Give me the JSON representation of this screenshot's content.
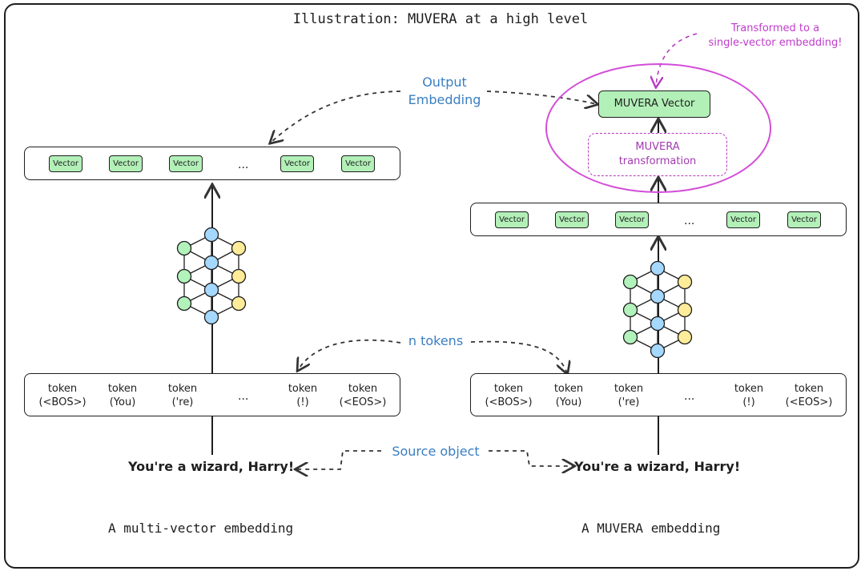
{
  "title": "Illustration: MUVERA at a high level",
  "output_embedding_label": "Output Embedding",
  "n_tokens_label": "n tokens",
  "source_object_label": "Source object",
  "transformed_note": "Transformed to a single-vector embedding!",
  "left": {
    "caption": "A multi-vector embedding",
    "vectors": [
      "Vector",
      "Vector",
      "Vector",
      "Vector",
      "Vector"
    ],
    "ellipsis": "...",
    "tokens": [
      "token (<BOS>)",
      "token (You)",
      "token ('re)",
      "token (!)",
      "token (<EOS>)"
    ],
    "sentence": "You're a wizard, Harry!"
  },
  "right": {
    "caption": "A MUVERA embedding",
    "vectors": [
      "Vector",
      "Vector",
      "Vector",
      "Vector",
      "Vector"
    ],
    "ellipsis": "...",
    "tokens": [
      "token (<BOS>)",
      "token (You)",
      "token ('re)",
      "token (!)",
      "token (<EOS>)"
    ],
    "sentence": "You're a wizard, Harry!",
    "transformation_label": "MUVERA transformation",
    "muvera_vector_label": "MUVERA Vector"
  },
  "colors": {
    "vector_fill": "#b2f0b8",
    "node_blue": "#a5d8ff",
    "node_green": "#b2f2bb",
    "node_yellow": "#ffec99",
    "label_blue": "#3a7fc1",
    "accent_purple": "#c03ccc"
  }
}
